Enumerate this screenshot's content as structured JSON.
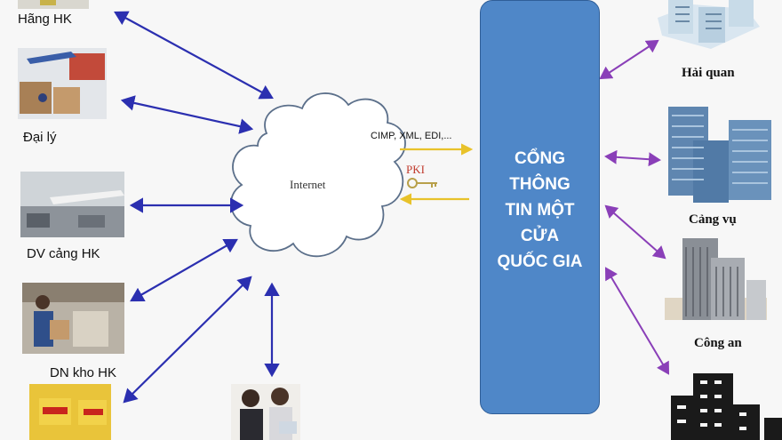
{
  "left_nodes": [
    {
      "label": "Hãng HK"
    },
    {
      "label": "Đại lý"
    },
    {
      "label": "DV cảng HK"
    },
    {
      "label": "DN kho HK"
    }
  ],
  "cloud": {
    "label": "Internet"
  },
  "protocols": {
    "formats": "CIMP, XML, EDI,...",
    "pki": "PKI"
  },
  "gateway": {
    "lines": [
      "CỔNG",
      "THÔNG",
      "TIN MỘT",
      "CỬA",
      "QUỐC GIA"
    ]
  },
  "right_nodes": [
    {
      "label": "Hải quan"
    },
    {
      "label": "Cảng vụ"
    },
    {
      "label": "Công an"
    }
  ],
  "colors": {
    "left_arrow": "#2b2fb0",
    "right_arrow": "#8a3fb8",
    "exchange_arrow": "#e8c22a",
    "gateway": "#4f87c8"
  }
}
